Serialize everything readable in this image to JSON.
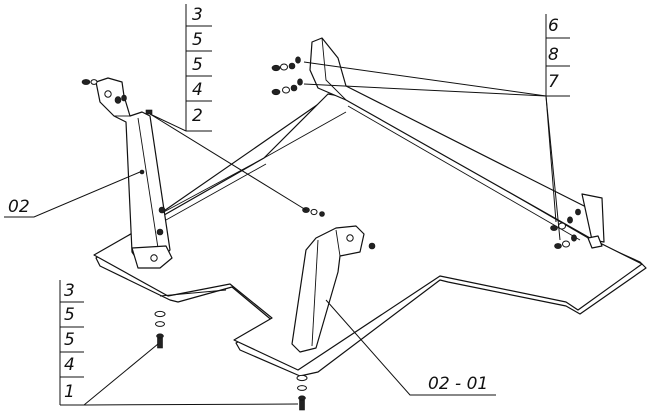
{
  "callouts": {
    "top_stack": [
      "3",
      "5",
      "5",
      "4",
      "2"
    ],
    "right_stack": [
      "6",
      "8",
      "7"
    ],
    "bottom_stack": [
      "3",
      "5",
      "5",
      "4",
      "1"
    ],
    "left_part": "02",
    "center_part": "02 - 01"
  }
}
